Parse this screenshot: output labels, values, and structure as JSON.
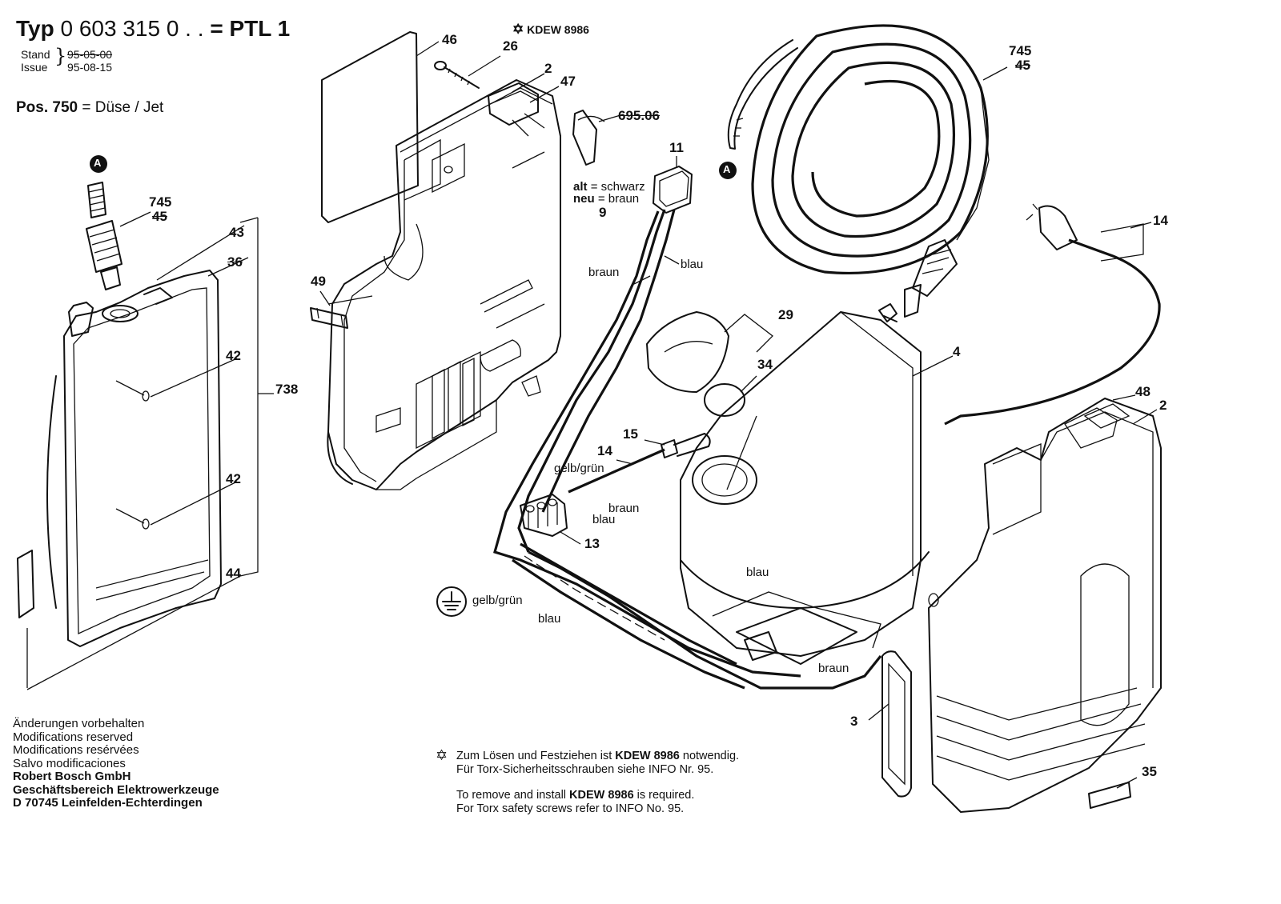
{
  "header": {
    "type_label": "Typ",
    "type_number": "0 603 315 0 . .",
    "model": "= PTL 1",
    "stand_label": "Stand",
    "issue_label": "Issue",
    "stand_date": "95-05-00",
    "issue_date": "95-08-15",
    "pos_note_bold": "Pos. 750",
    "pos_note_rest": "= Düse / Jet"
  },
  "tool_ref": {
    "symbol": "✡",
    "code": "KDEW 8986"
  },
  "callouts": {
    "p46": "46",
    "p26": "26",
    "p2_top": "2",
    "p47": "47",
    "p695": "695.06",
    "p11": "11",
    "p745_top": "745",
    "p45_top": "45",
    "p14_plug": "14",
    "p745_left": "745",
    "p45_left": "45",
    "p43": "43",
    "p36": "36",
    "p42_a": "42",
    "p738": "738",
    "p42_b": "42",
    "p44": "44",
    "p49": "49",
    "p9": "9",
    "p29": "29",
    "p4": "4",
    "p34": "34",
    "p48": "48",
    "p2_right": "2",
    "p15": "15",
    "p14_cable": "14",
    "p13": "13",
    "p3": "3",
    "p35": "35",
    "marker_a": "A"
  },
  "wire_labels": {
    "alt_bold": "alt",
    "alt_rest": "= schwarz",
    "neu_bold": "neu",
    "neu_rest": "= braun",
    "braun_1": "braun",
    "blau_1": "blau",
    "gelbgruen_1": "gelb/grün",
    "braun_2": "braun",
    "blau_2": "blau",
    "gelbgruen_2": "gelb/grün",
    "blau_3": "blau",
    "blau_4": "blau",
    "braun_3": "braun"
  },
  "disclaimer": {
    "line1": "Änderungen vorbehalten",
    "line2": "Modifications reserved",
    "line3": "Modifications resérvées",
    "line4": "Salvo modificaciones",
    "company": "Robert Bosch GmbH",
    "division": "Geschäftsbereich Elektrowerkzeuge",
    "address": "D 70745 Leinfelden-Echterdingen"
  },
  "footnote": {
    "de_line1_a": "Zum Lösen und Festziehen ist ",
    "de_line1_b": "KDEW 8986",
    "de_line1_c": " notwendig.",
    "de_line2": "Für Torx-Sicherheitsschrauben siehe INFO Nr. 95.",
    "en_line1_a": "To remove and install ",
    "en_line1_b": "KDEW 8986",
    "en_line1_c": " is required.",
    "en_line2": "For Torx safety screws refer to INFO No. 95."
  }
}
